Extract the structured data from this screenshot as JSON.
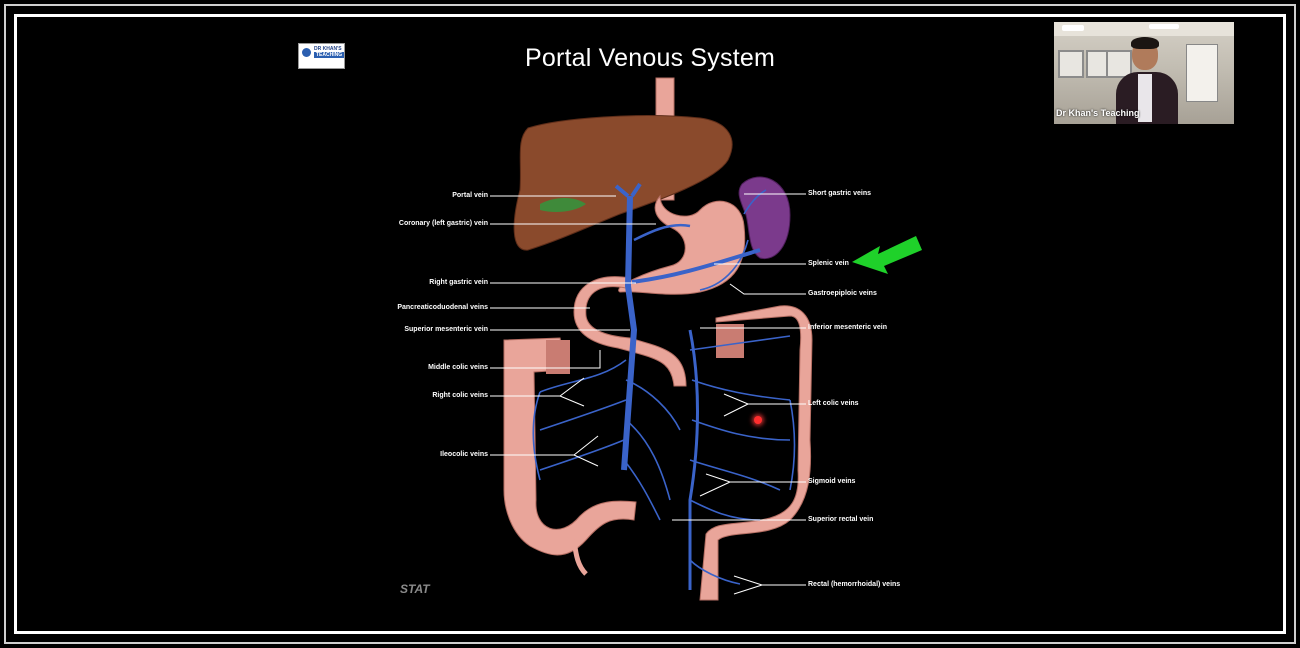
{
  "slide": {
    "title": "Portal Venous System",
    "footer_logo": "STAT"
  },
  "logo": {
    "line1": "DR KHAN'S",
    "line2": "TEACHING",
    "line3": ""
  },
  "video": {
    "caption": "Dr Khan's Teaching"
  },
  "diagram": {
    "labels_left": {
      "portal_vein": "Portal vein",
      "coronary_vein": "Coronary (left gastric) vein",
      "right_gastric": "Right gastric vein",
      "pancreaticoduodenal": "Pancreaticoduodenal veins",
      "superior_mesenteric": "Superior mesenteric vein",
      "middle_colic": "Middle colic veins",
      "right_colic": "Right colic veins",
      "ileocolic": "Ileocolic veins"
    },
    "labels_right": {
      "short_gastric": "Short gastric veins",
      "splenic": "Splenic vein",
      "gastroepiploic": "Gastroepiploic veins",
      "inferior_mesenteric": "Inferior mesenteric vein",
      "left_colic": "Left colic veins",
      "sigmoid": "Sigmoid veins",
      "superior_rectal": "Superior rectal vein",
      "rectal": "Rectal (hemorrhoidal) veins"
    }
  },
  "colors": {
    "liver": "#8a4a2c",
    "gut": "#e9a59a",
    "vein": "#3a63c9",
    "spleen": "#7b3a8c",
    "arrow": "#1fd12a",
    "frame": "#ffffff"
  }
}
